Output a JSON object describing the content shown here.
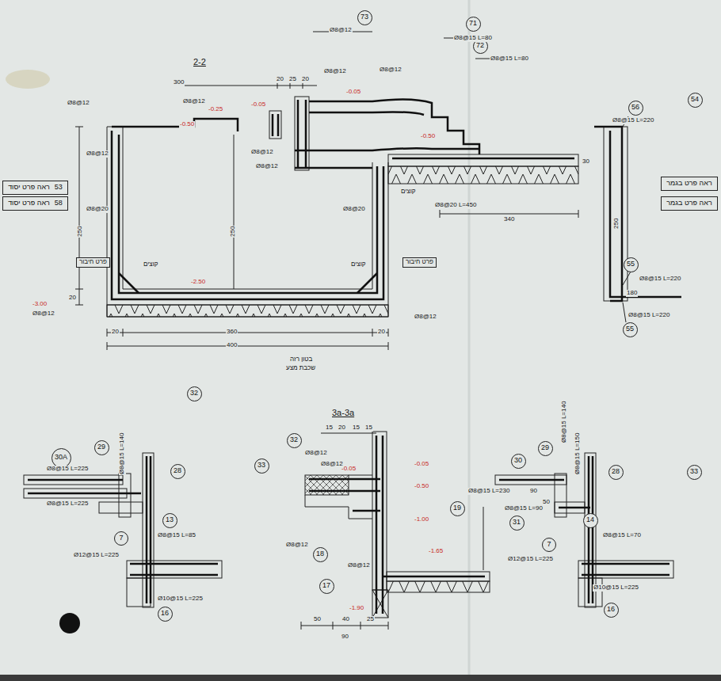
{
  "diagram": {
    "nodes": [
      {
        "text": [
          "73"
        ]
      },
      {
        "text": [
          "71"
        ]
      },
      {
        "text": [
          "72"
        ]
      },
      {
        "text": [
          "54"
        ]
      },
      {
        "text": [
          "56"
        ]
      },
      {
        "text": [
          "ראה פרט יסוד",
          "53"
        ]
      },
      {
        "text": [
          "ראה פרט יסוד",
          "58"
        ]
      },
      {
        "text": [
          "ראה פרט בגמר"
        ]
      },
      {
        "text": [
          "ראה פרט בגמר"
        ]
      },
      {
        "text": [
          "55"
        ]
      },
      {
        "text": [
          "55"
        ]
      },
      {
        "text": [
          "32"
        ]
      },
      {
        "text": [
          "32"
        ]
      },
      {
        "text": [
          "29"
        ]
      },
      {
        "text": [
          "29"
        ]
      },
      {
        "text": [
          "30A"
        ]
      },
      {
        "text": [
          "30"
        ]
      },
      {
        "text": [
          "33"
        ]
      },
      {
        "text": [
          "28"
        ]
      },
      {
        "text": [
          "28"
        ]
      },
      {
        "text": [
          "33"
        ]
      },
      {
        "text": [
          "19"
        ]
      },
      {
        "text": [
          "13"
        ]
      },
      {
        "text": [
          "31"
        ]
      },
      {
        "text": [
          "14"
        ]
      },
      {
        "text": [
          "7"
        ]
      },
      {
        "text": [
          "7"
        ]
      },
      {
        "text": [
          "18"
        ]
      },
      {
        "text": [
          "17"
        ]
      },
      {
        "text": [
          "16"
        ]
      },
      {
        "text": [
          "16"
        ]
      }
    ],
    "labels": [
      "2-2",
      "Ø8@12",
      "Ø8@15 L=80",
      "Ø8@15 L=80",
      "300",
      "20",
      "25",
      "20",
      "Ø8@12",
      "Ø8@12",
      "Ø8@12",
      "Ø8@12",
      "-0.50",
      "-0.25",
      "-0.05",
      "-0.05",
      "Ø8@12",
      "Ø8@12",
      "-0.50",
      "Ø8@12",
      "Ø8@20",
      "Ø8@20",
      "250",
      "250",
      "20",
      "-2.50",
      "-3.00",
      "Ø8@12",
      "Ø8@12",
      "20",
      "360",
      "20",
      "400",
      "בטון רזה",
      "שכבת מצע",
      "30",
      "Ø8@20 L=450",
      "340",
      "Ø8@15 L=220",
      "250",
      "Ø8@15 L=220",
      "180",
      "Ø8@15 L=220",
      "3a-3a",
      "15",
      "20",
      "15",
      "15",
      "Ø8@12",
      "Ø8@12",
      "-0.05",
      "-0.05",
      "-0.50",
      "-1.00",
      "-1.65",
      "Ø8@12",
      "Ø8@12",
      "-1.90",
      "50",
      "40",
      "25",
      "90",
      "Ø8@15 L=140",
      "Ø8@15 L=225",
      "Ø8@15 L=225",
      "Ø8@15 L=85",
      "Ø12@15 L=225",
      "Ø10@15 L=225",
      "Ø8@15 L=230",
      "Ø8@15 L=90",
      "Ø8@15 L=70",
      "Ø12@15 L=225",
      "Ø10@15 L=225",
      "Ø8@15 L=150",
      "Ø8@15 L=140",
      "90",
      "50",
      "קוצים",
      "פרט חיבור",
      "פרט חיבור",
      "קוצים",
      "קוצים"
    ]
  }
}
